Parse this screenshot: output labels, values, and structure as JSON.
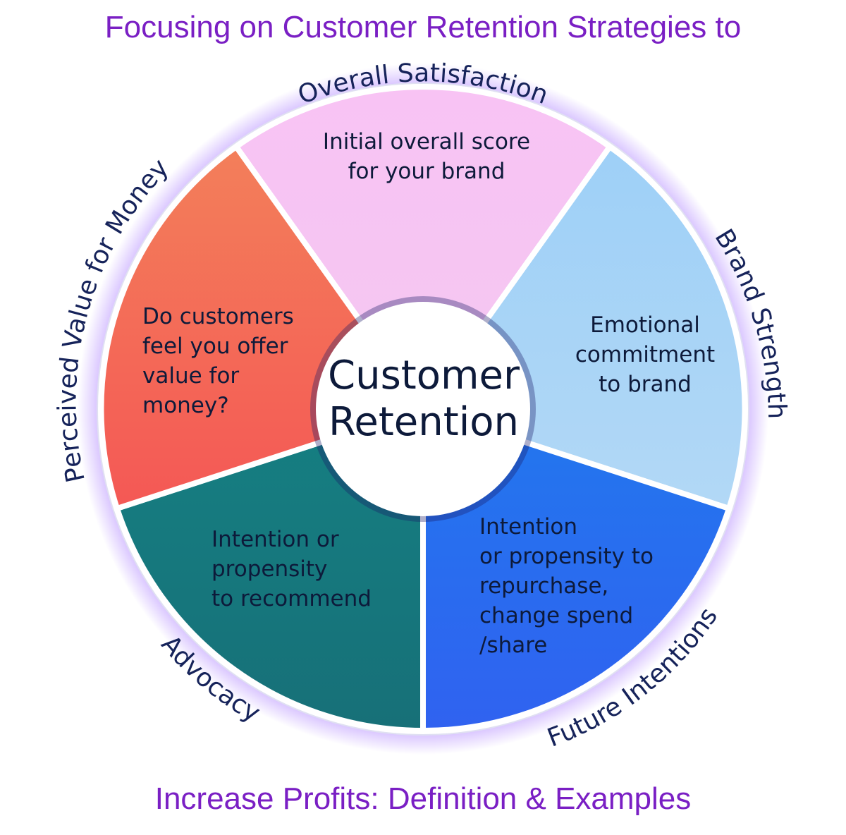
{
  "title_top": "Focusing on Customer Retention Strategies to",
  "title_bottom": "Increase Profits: Definition & Examples",
  "center": "Customer\nRetention",
  "ring_labels": {
    "overall_satisfaction": "Overall Satisfaction",
    "brand_strength": "Brand Strength",
    "future_intentions": "Future Intentions",
    "advocacy": "Advocacy",
    "perceived_value": "Perceived Value for Money"
  },
  "segments": {
    "satisfaction": "Initial overall score\nfor your brand",
    "brand": "Emotional\ncommitment\nto brand",
    "future": "Intention\nor propensity to\nrepurchase,\nchange spend\n/share",
    "advocacy": "Intention or\npropensity\nto recommend",
    "value": "Do customers\nfeel you offer\nvalue for\nmoney?"
  },
  "colors": {
    "title": "#7a1fc4",
    "satisfaction": "#f6c4f2",
    "brand": "#a6d3f7",
    "future": "#2a6ef2",
    "advocacy": "#177a7f",
    "value": "#f4655a",
    "ring_text": "#16235a"
  }
}
